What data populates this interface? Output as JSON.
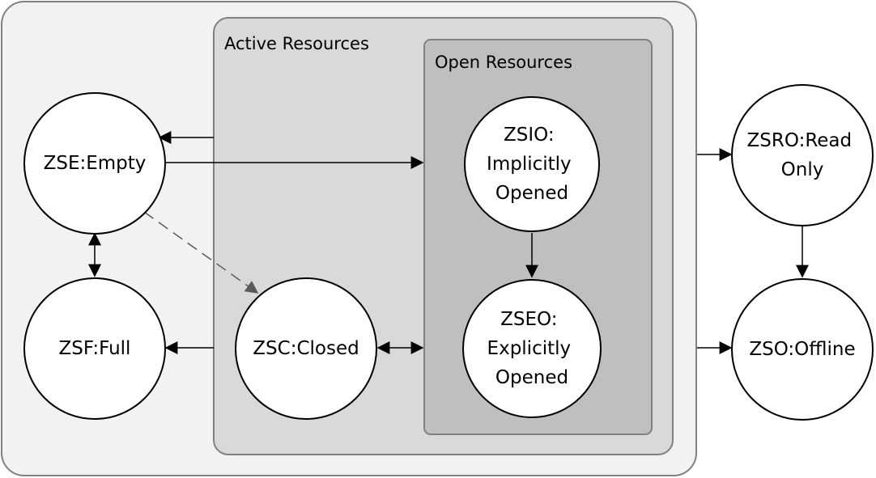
{
  "groups": {
    "active": {
      "label": "Active Resources"
    },
    "open": {
      "label": "Open Resources"
    }
  },
  "nodes": {
    "zse": {
      "lines": [
        "ZSE:Empty"
      ]
    },
    "zsf": {
      "lines": [
        "ZSF:Full"
      ]
    },
    "zsc": {
      "lines": [
        "ZSC:Closed"
      ]
    },
    "zsio": {
      "lines": [
        "ZSIO:",
        "Implicitly",
        "Opened"
      ]
    },
    "zseo": {
      "lines": [
        "ZSEO:",
        "Explicitly",
        "Opened"
      ]
    },
    "zsro": {
      "lines": [
        "ZSRO:Read",
        "Only"
      ]
    },
    "zso": {
      "lines": [
        "ZSO:Offline"
      ]
    }
  },
  "colors": {
    "outer_fill": "#f2f2f2",
    "active_fill": "#d9d9d9",
    "open_fill": "#bfbfbf",
    "border": "#808080",
    "node_fill": "#ffffff",
    "stroke": "#000000",
    "dashed": "#595959"
  }
}
